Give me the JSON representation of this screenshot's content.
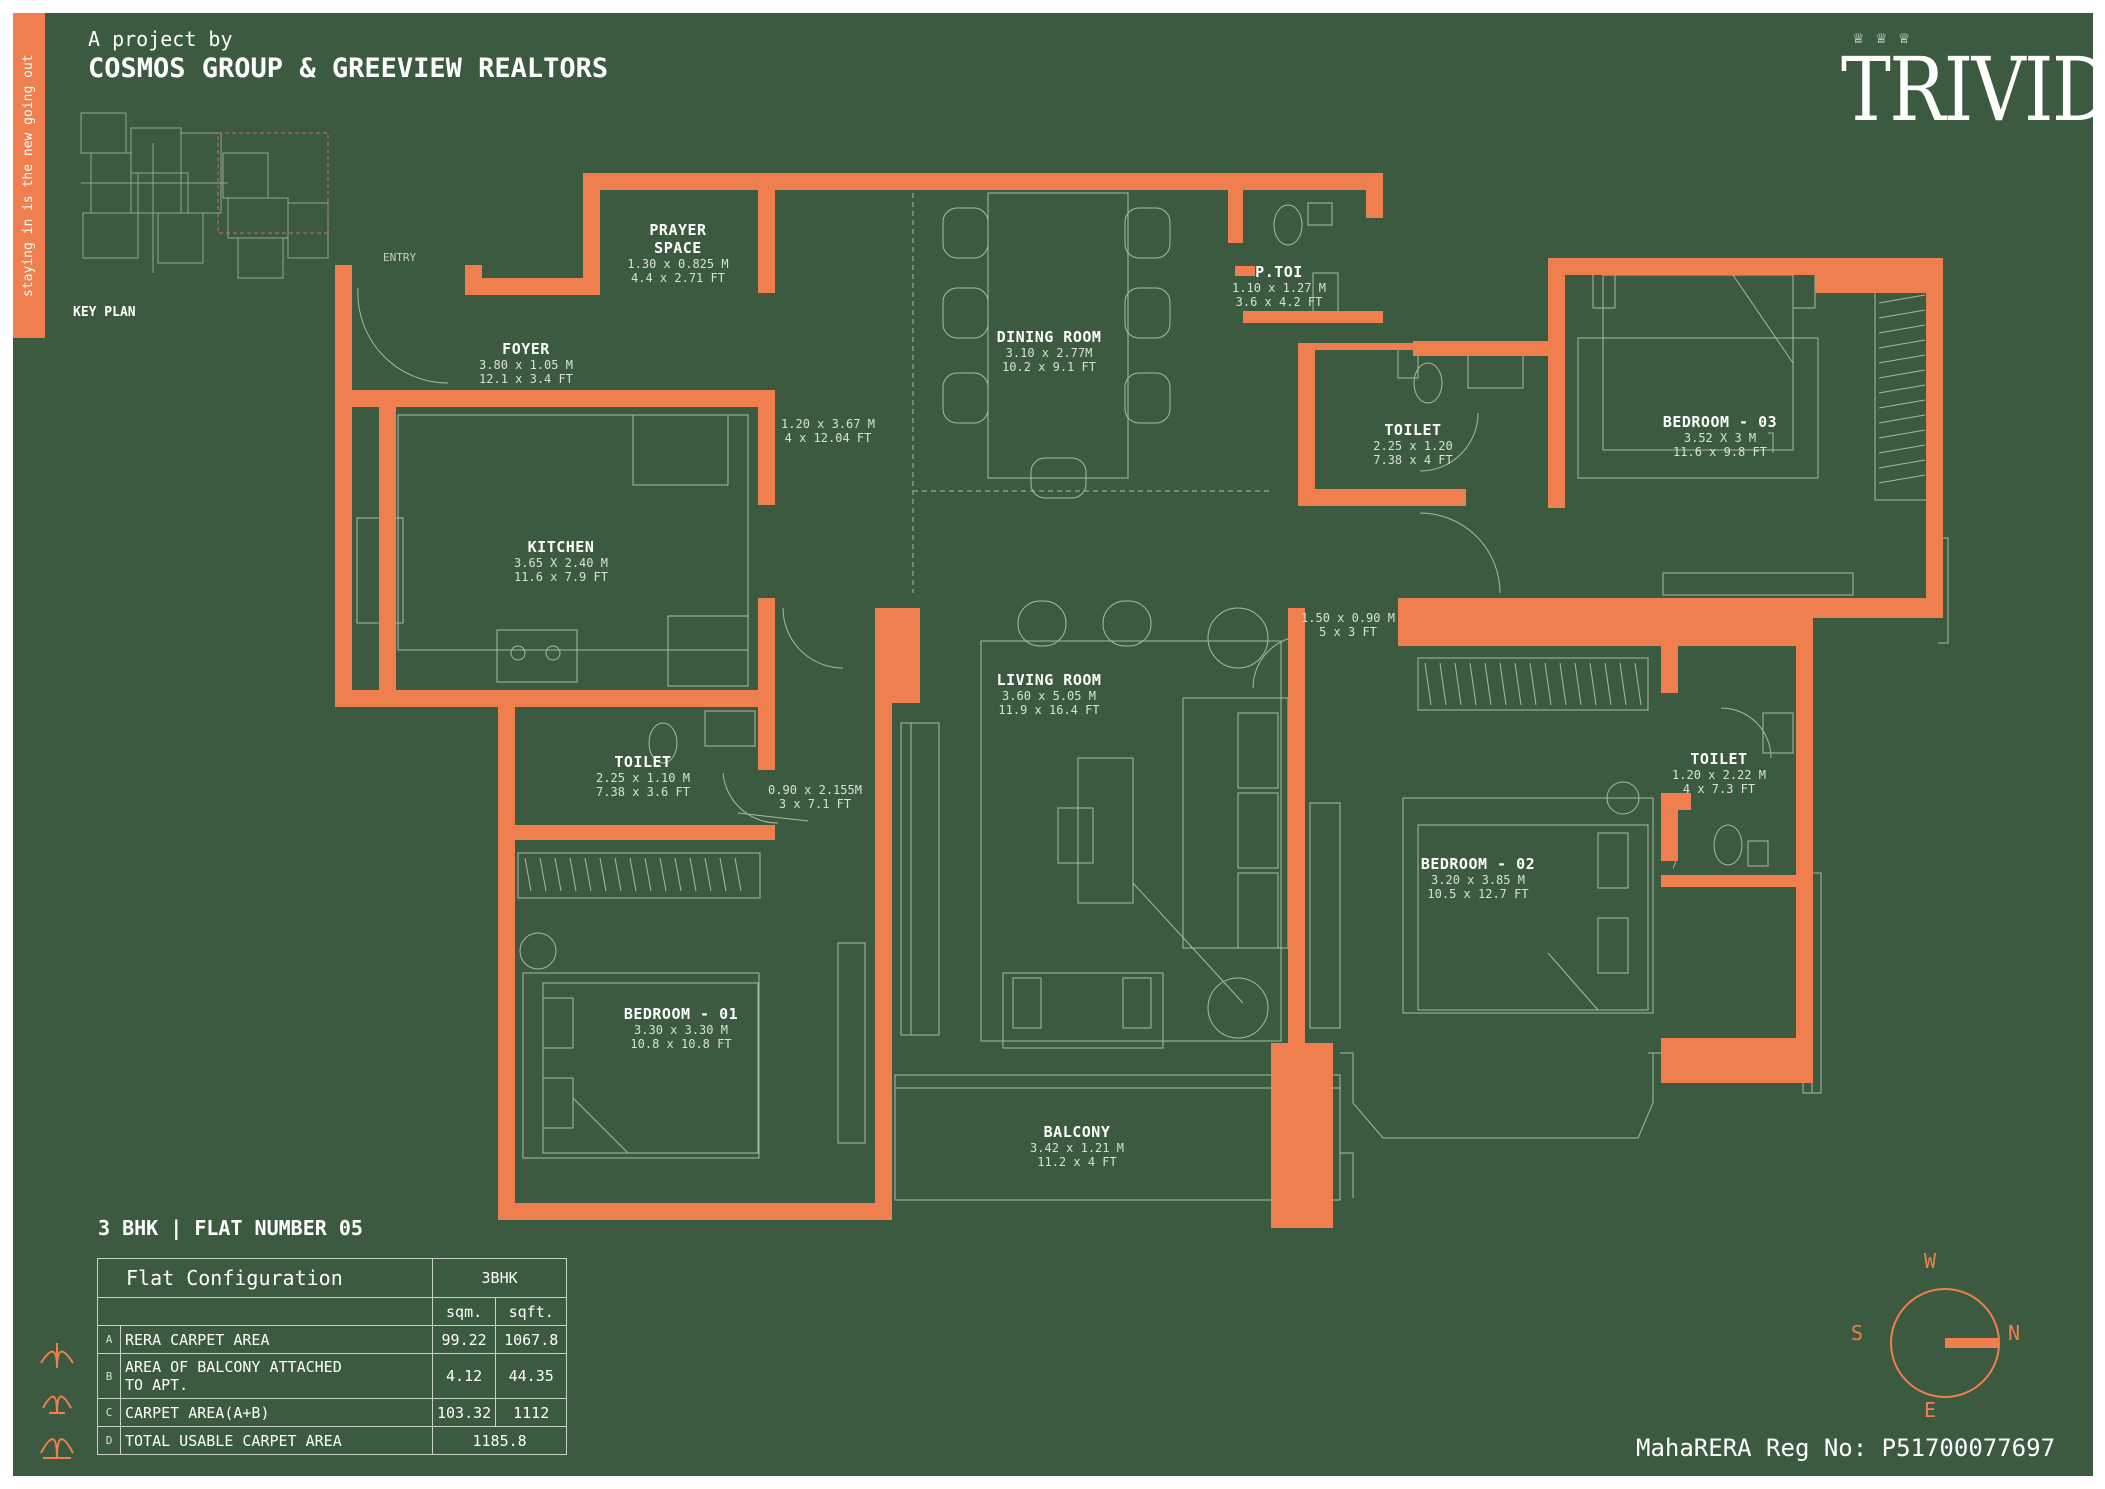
{
  "side_tag": "staying in is the new going out",
  "header": {
    "intro": "A project by",
    "developer": "COSMOS GROUP & GREEVIEW REALTORS"
  },
  "brand": {
    "name": "TRIVIDH"
  },
  "key_plan_label": "KEY PLAN",
  "entry_label": "ENTRY",
  "rooms": {
    "prayer": {
      "name_line1": "PRAYER",
      "name_line2": "SPACE",
      "metric": "1.30 x 0.825 M",
      "imperial": "4.4 x 2.71 FT"
    },
    "foyer": {
      "name": "FOYER",
      "metric": "3.80 x 1.05 M",
      "imperial": "12.1 x 3.4 FT"
    },
    "kitchen": {
      "name": "KITCHEN",
      "metric": "3.65 X 2.40 M",
      "imperial": "11.6 x 7.9 FT"
    },
    "dining": {
      "name": "DINING ROOM",
      "metric": "3.10 x 2.77M",
      "imperial": "10.2 x 9.1 FT"
    },
    "ptoi": {
      "name": "P.TOI",
      "metric": "1.10 x 1.27 M",
      "imperial": "3.6 x 4.2 FT"
    },
    "toilet_upper": {
      "name": "TOILET",
      "metric": "2.25 x 1.20",
      "imperial": "7.38 x 4 FT"
    },
    "bedroom3": {
      "name": "BEDROOM - 03",
      "metric": "3.52 X 3 M",
      "imperial": "11.6 x 9.8 FT"
    },
    "living": {
      "name": "LIVING ROOM",
      "metric": "3.60 x 5.05 M",
      "imperial": "11.9 x 16.4 FT"
    },
    "toilet_lower": {
      "name": "TOILET",
      "metric": "2.25 x 1.10 M",
      "imperial": "7.38 x 3.6 FT"
    },
    "bedroom1": {
      "name": "BEDROOM - 01",
      "metric": "3.30 x 3.30 M",
      "imperial": "10.8 x 10.8 FT"
    },
    "balcony": {
      "name": "BALCONY",
      "metric": "3.42 x 1.21 M",
      "imperial": "11.2 x 4 FT"
    },
    "bedroom2": {
      "name": "BEDROOM - 02",
      "metric": "3.20 x 3.85 M",
      "imperial": "10.5 x 12.7 FT"
    },
    "toilet_right": {
      "name": "TOILET",
      "metric": "1.20 x 2.22 M",
      "imperial": "4 x 7.3 FT"
    }
  },
  "passages": {
    "passage1": {
      "metric": "1.20 x 3.67 M",
      "imperial": "4 x 12.04 FT"
    },
    "passage2": {
      "metric": "0.90 x 2.155M",
      "imperial": "3 x 7.1 FT"
    },
    "passage3": {
      "metric": "1.50 x 0.90 M",
      "imperial": "5 x 3 FT"
    }
  },
  "flat_title": "3 BHK | FLAT NUMBER 05",
  "config_table": {
    "title": "Flat Configuration",
    "type": "3BHK",
    "unit_sqm": "sqm.",
    "unit_sqft": "sqft.",
    "rows": [
      {
        "letter": "A",
        "label": "RERA CARPET AREA",
        "sqm": "99.22",
        "sqft": "1067.8"
      },
      {
        "letter": "B",
        "label_line1": "AREA OF BALCONY ATTACHED",
        "label_line2": "TO APT.",
        "sqm": "4.12",
        "sqft": "44.35"
      },
      {
        "letter": "C",
        "label": "CARPET AREA(A+B)",
        "sqm": "103.32",
        "sqft": "1112"
      },
      {
        "letter": "D",
        "label": "TOTAL USABLE CARPET AREA",
        "total": "1185.8"
      }
    ]
  },
  "compass": {
    "w": "W",
    "s": "S",
    "n": "N",
    "e": "E"
  },
  "rera": "MahaRERA Reg No: P51700077697",
  "colors": {
    "background": "#3c5a3f",
    "wall": "#ef7f4e",
    "line": "#a9b8a6",
    "text": "#ffffff"
  }
}
